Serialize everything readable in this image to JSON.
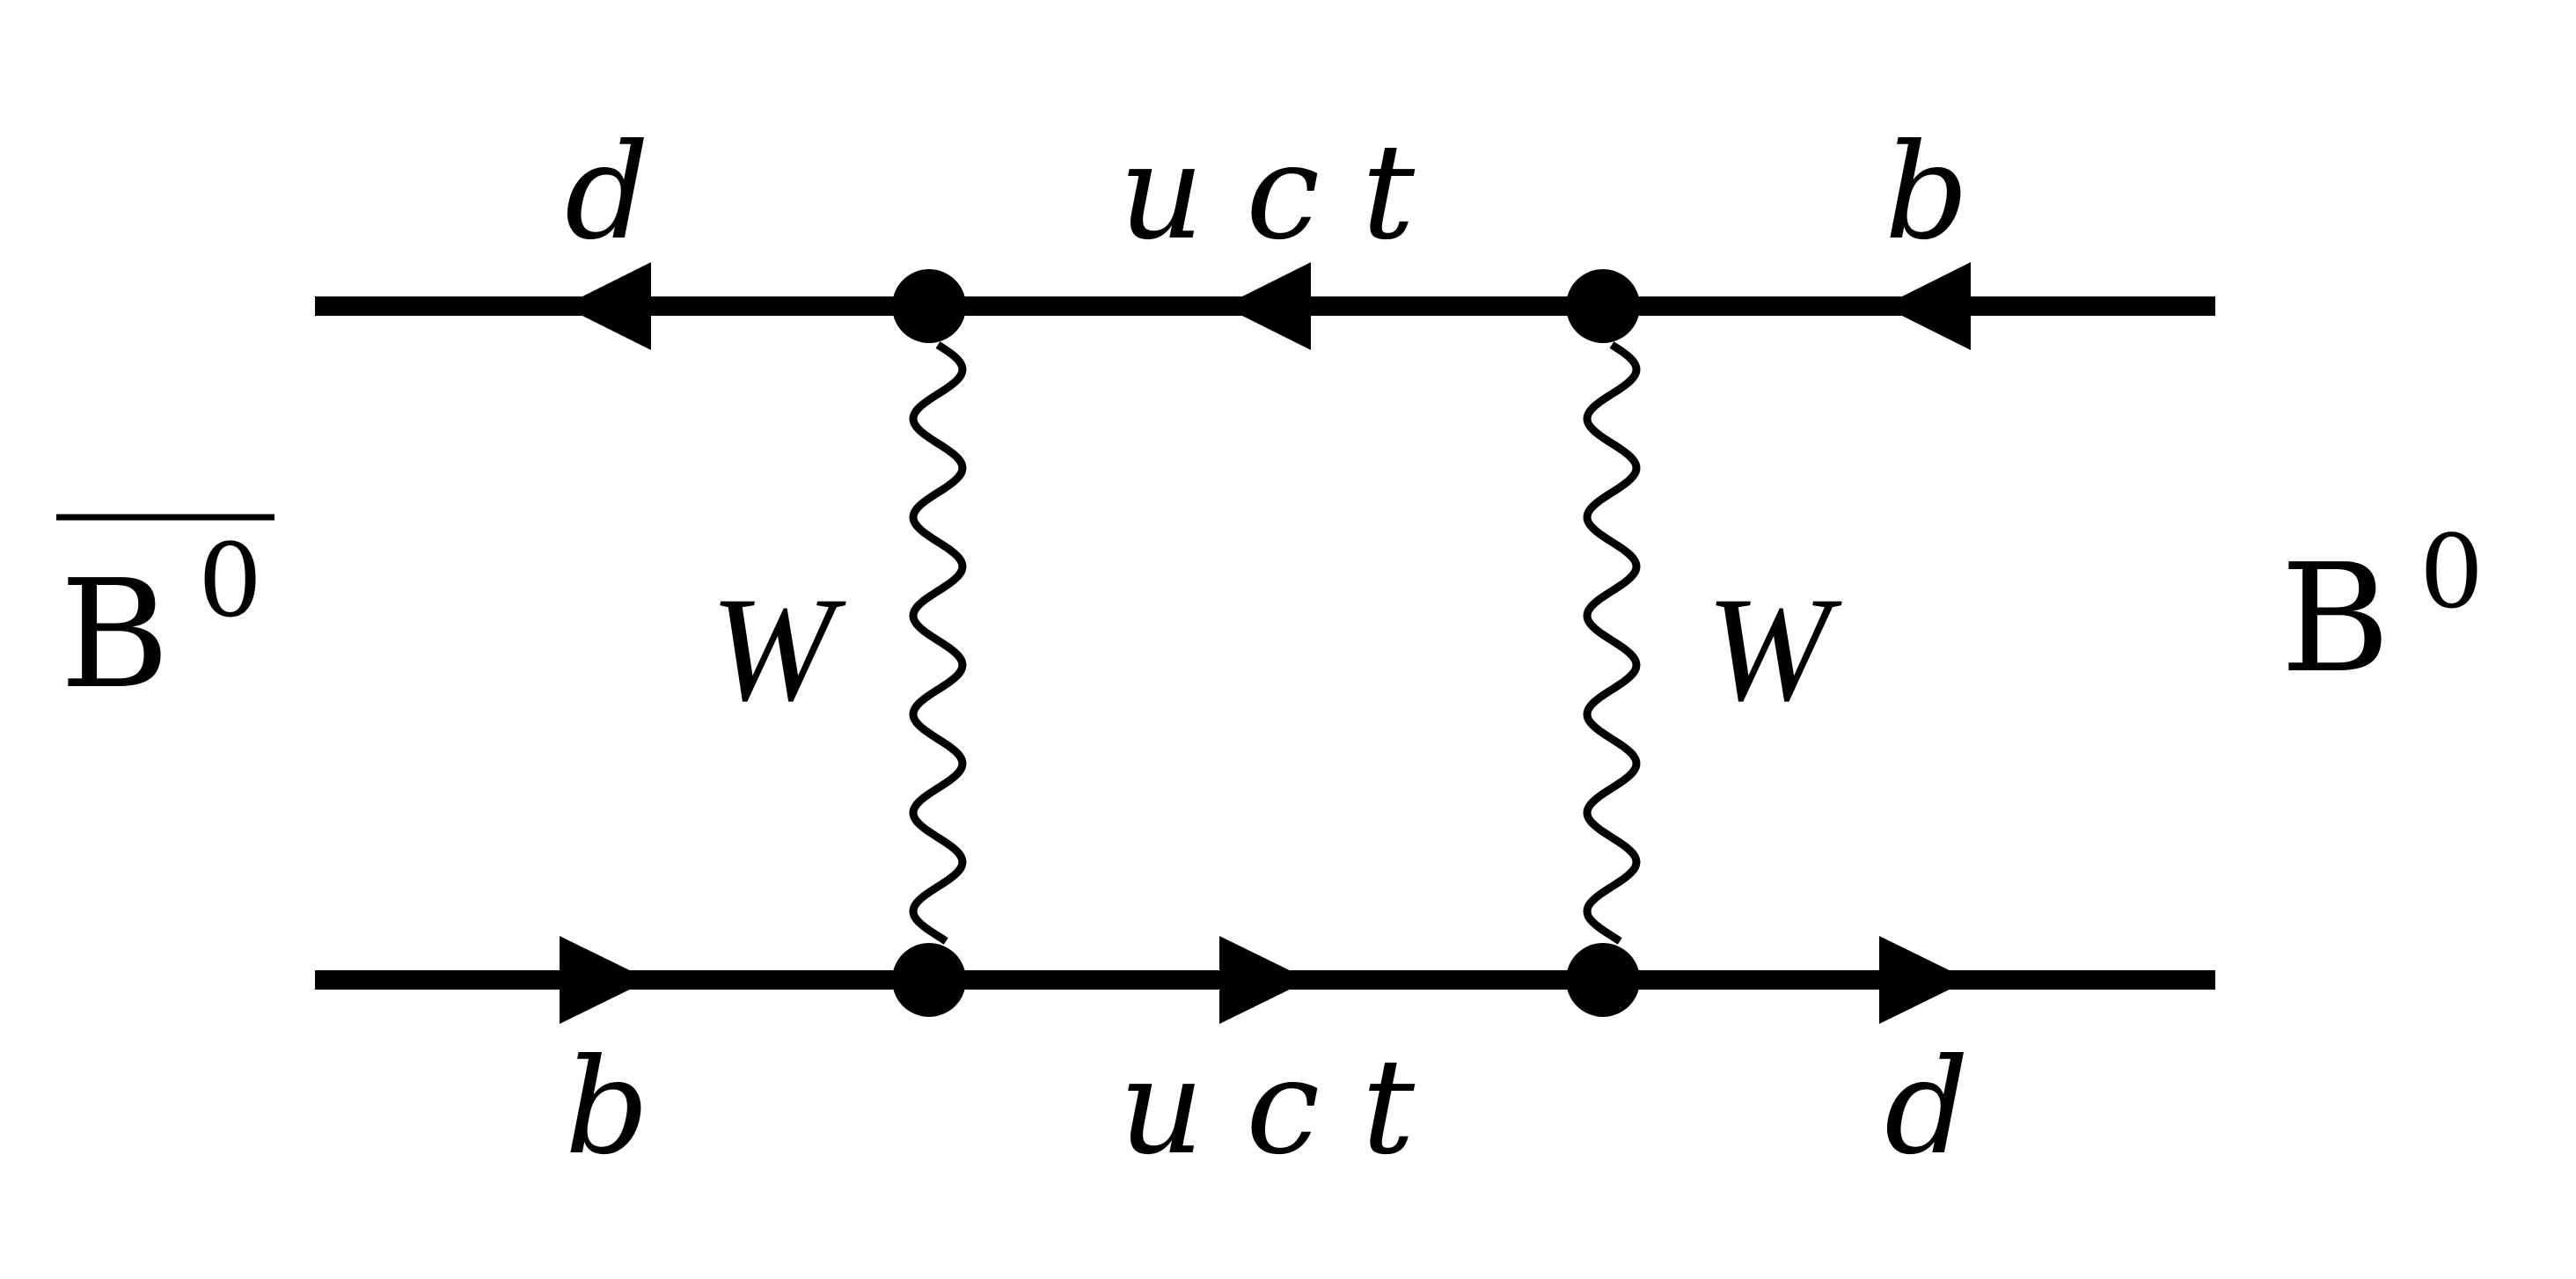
{
  "diagram": {
    "left_meson": {
      "symbol": "B",
      "superscript": "0",
      "overline": true
    },
    "right_meson": {
      "symbol": "B",
      "superscript": "0",
      "overline": false
    },
    "top_line": {
      "left_label": "d",
      "middle_label": "u c t",
      "right_label": "b",
      "arrow_direction": "left"
    },
    "bottom_line": {
      "left_label": "b",
      "middle_label": "u c t",
      "right_label": "d",
      "arrow_direction": "right"
    },
    "bosons": {
      "left_label": "W",
      "right_label": "W"
    }
  }
}
